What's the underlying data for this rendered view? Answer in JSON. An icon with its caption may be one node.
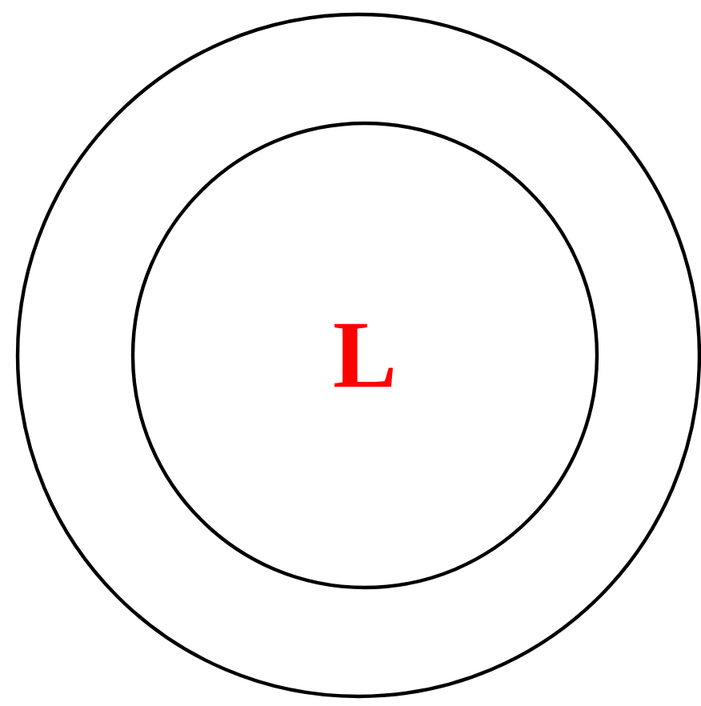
{
  "diagram": {
    "nodes": [
      {
        "text": [],
        "shape": "circle"
      },
      {
        "text": [
          "L"
        ],
        "in": 0
      }
    ]
  }
}
